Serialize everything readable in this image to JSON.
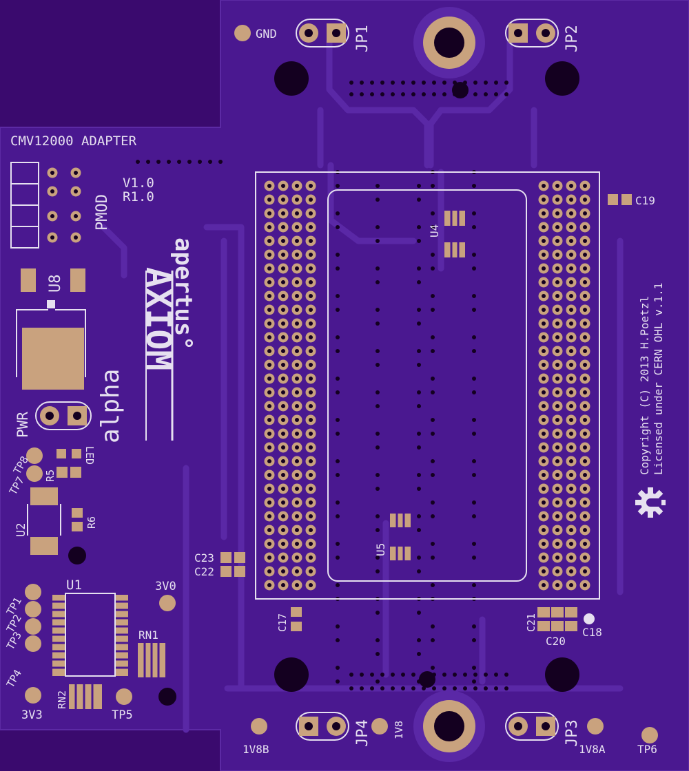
{
  "colors": {
    "background": "#3a0a6e",
    "board_fill": "#4a1890",
    "copper_dark": "#3c0d78",
    "trace": "#5a28a6",
    "silkscreen": "#e6e0f0",
    "pad": "#c9a27e",
    "hole": "#140020"
  },
  "board": {
    "title": "CMV12000 ADAPTER",
    "version_1": "V1.0",
    "version_2": "R1.0",
    "brand": "apertus°",
    "product": "AXIOM",
    "edition": "alpha",
    "copyright": "Copyright (C) 2013 H.Poetzl",
    "license": "Licensed under CERN OHL v.1.1",
    "logo_icon": "open-hardware-gear-icon"
  },
  "labels": {
    "gnd": "GND",
    "jp1": "JP1",
    "jp2": "JP2",
    "jp3": "JP3",
    "jp4": "JP4",
    "pmod": "PMOD",
    "u8": "U8",
    "pwr": "PWR",
    "led": "LED",
    "r5": "R5",
    "r6": "R6",
    "u2": "U2",
    "u1": "U1",
    "tp1": "TP1",
    "tp2": "TP2",
    "tp3": "TP3",
    "tp4": "TP4",
    "tp5": "TP5",
    "tp6": "TP6",
    "tp7": "TP7",
    "tp8": "TP8",
    "v3v3": "3V3",
    "v3v0": "3V0",
    "rn1": "RN1",
    "rn2": "RN2",
    "u4": "U4",
    "u5": "U5",
    "c17": "C17",
    "c18": "C18",
    "c19": "C19",
    "c20": "C20",
    "c21": "C21",
    "c22": "C22",
    "c23": "C23",
    "v1v8": "1V8",
    "v1v8a": "1V8A",
    "v1v8b": "1V8B"
  }
}
